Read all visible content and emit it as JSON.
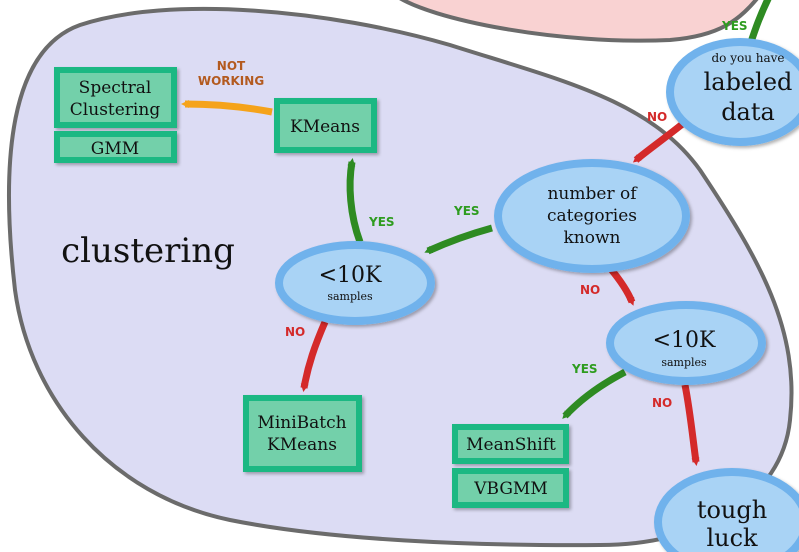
{
  "region": {
    "label": "clustering"
  },
  "nodes": {
    "labeled_data": {
      "line1": "do you have",
      "line2": "labeled",
      "line3": "data"
    },
    "categories_known": {
      "line1": "number of",
      "line2": "categories",
      "line3": "known"
    },
    "samples_left": {
      "line1": "<10K",
      "line2": "samples"
    },
    "samples_right": {
      "line1": "<10K",
      "line2": "samples"
    },
    "tough_luck": {
      "line1": "tough",
      "line2": "luck"
    }
  },
  "estimators": {
    "spectral_clustering": {
      "line1": "Spectral",
      "line2": "Clustering"
    },
    "gmm": "GMM",
    "kmeans": "KMeans",
    "minibatch_kmeans": {
      "line1": "MiniBatch",
      "line2": "KMeans"
    },
    "meanshift": "MeanShift",
    "vbgmm": "VBGMM"
  },
  "edge_labels": {
    "yes_top": "YES",
    "no_to_categories": "NO",
    "yes_to_samples_left": "YES",
    "no_to_samples_right": "NO",
    "yes_to_kmeans": "YES",
    "not_working_line1": "NOT",
    "not_working_line2": "WORKING",
    "no_to_minibatch": "NO",
    "yes_to_meanshift": "YES",
    "no_to_tough_luck": "NO"
  },
  "colors": {
    "region_fill": "#dcdcf4",
    "region_stroke": "#6b6b6b",
    "top_region_fill": "#f9d2d2",
    "node_fill": "#a9d3f5",
    "node_stroke": "#6fb2ec",
    "box_fill": "#73d0aa",
    "box_stroke": "#1fb883",
    "yes_arrow": "#2e8b22",
    "no_arrow": "#d42a2a",
    "not_working_arrow": "#f5a31a",
    "yes_text": "#2e9c1f",
    "no_text": "#d42a2a",
    "not_working_text": "#b35a1f"
  }
}
